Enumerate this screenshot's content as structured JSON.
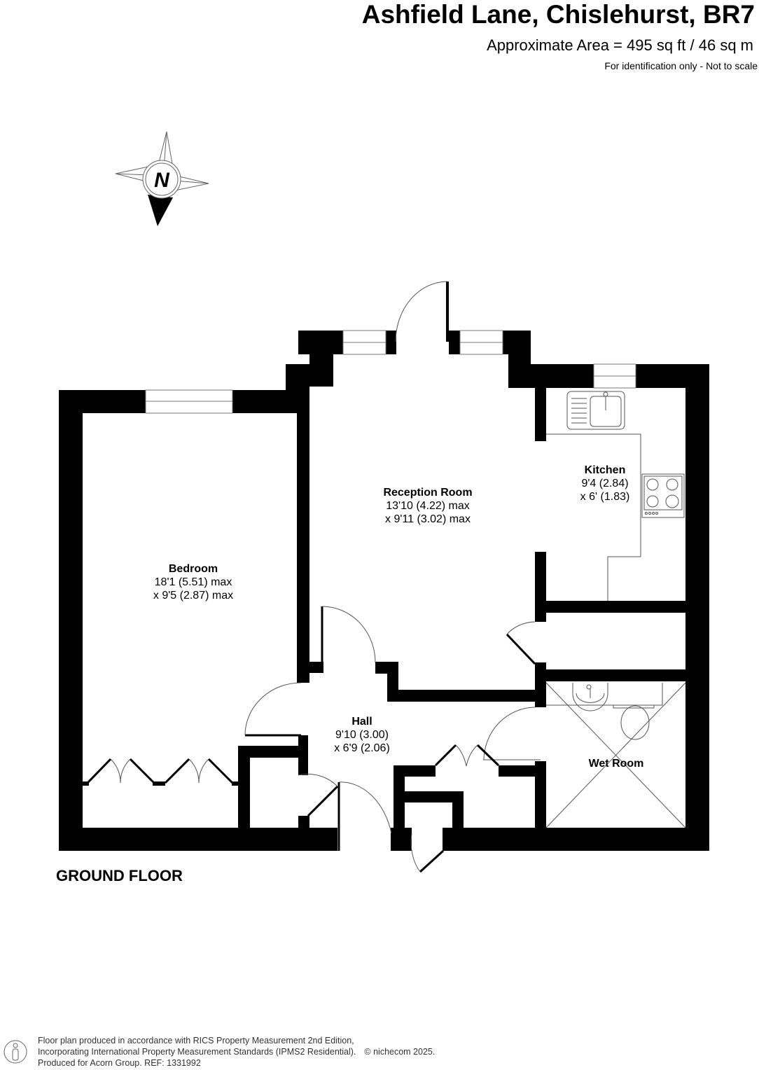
{
  "header": {
    "title": "Ashfield Lane, Chislehurst, BR7",
    "area": "Approximate Area = 495 sq ft / 46 sq m",
    "disclaimer": "For identification only - Not to scale"
  },
  "compass": {
    "label": "N",
    "icon": "compass-rose-icon"
  },
  "rooms": [
    {
      "name": "Reception Room",
      "dim1": "13'10 (4.22) max",
      "dim2": "x 9'11 (3.02) max"
    },
    {
      "name": "Kitchen",
      "dim1": "9'4 (2.84)",
      "dim2": "x 6' (1.83)"
    },
    {
      "name": "Bedroom",
      "dim1": "18'1 (5.51) max",
      "dim2": "x 9'5 (2.87) max"
    },
    {
      "name": "Hall",
      "dim1": "9'10 (3.00)",
      "dim2": "x 6'9 (2.06)"
    },
    {
      "name": "Wet Room"
    }
  ],
  "floor": {
    "label": "GROUND FLOOR"
  },
  "footer": {
    "line1": "Floor plan produced in accordance with RICS Property Measurement 2nd Edition,",
    "line2": "Incorporating International Property Measurement Standards (IPMS2 Residential).",
    "copyright": "© nichecom 2025.",
    "line3": "Produced for Acorn Group.   REF: 1331992",
    "icon": "person-info-icon"
  },
  "colors": {
    "wall": "#000000",
    "line": "#555555",
    "background": "#ffffff"
  }
}
